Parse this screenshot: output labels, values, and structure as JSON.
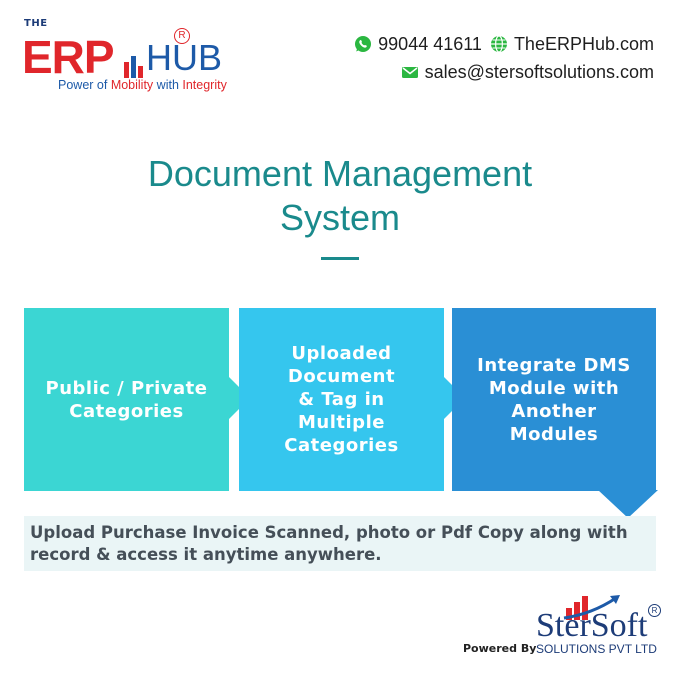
{
  "logo": {
    "the": "THE",
    "erp": "ERP",
    "hub": "HUB",
    "registered": "R",
    "tagline_part1": "Power of ",
    "tagline_part2": "Mobility",
    "tagline_part3": " with ",
    "tagline_part4": "Integrity"
  },
  "contact": {
    "phone": "99044 41611",
    "website": "TheERPHub.com",
    "email": "sales@stersoftsolutions.com",
    "phone_icon": "whatsapp-icon",
    "website_icon": "globe-icon",
    "email_icon": "mail-icon"
  },
  "headline": {
    "line1": "Document Management",
    "line2": "System"
  },
  "steps": [
    {
      "lines": [
        "Public / Private",
        "Categories"
      ]
    },
    {
      "lines": [
        "Uploaded",
        "Document",
        "& Tag in",
        "Multiple",
        "Categories"
      ]
    },
    {
      "lines": [
        "Integrate DMS",
        "Module with",
        "Another",
        "Modules"
      ]
    }
  ],
  "info": {
    "text": "Upload Purchase Invoice Scanned, photo or Pdf Copy along with record & access it anytime anywhere."
  },
  "footer": {
    "powered_by": "Powered By",
    "company_name": "SterSoft",
    "company_sub": "SOLUTIONS PVT LTD",
    "registered": "R"
  },
  "colors": {
    "teal": "#1a8a8c",
    "box1": "#3bd6d3",
    "box2": "#35c6ee",
    "box3": "#2a8fd5",
    "brand_red": "#e0262b",
    "brand_blue": "#1d5aa8"
  }
}
